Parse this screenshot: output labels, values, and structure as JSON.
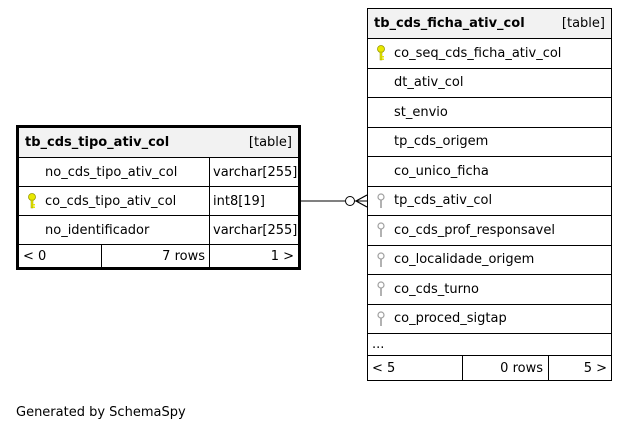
{
  "tables": {
    "left": {
      "name": "tb_cds_tipo_ativ_col",
      "tag": "[table]",
      "columns": [
        {
          "name": "no_cds_tipo_ativ_col",
          "type": "varchar[255]",
          "key": "none"
        },
        {
          "name": "co_cds_tipo_ativ_col",
          "type": "int8[19]",
          "key": "primary"
        },
        {
          "name": "no_identificador",
          "type": "varchar[255]",
          "key": "none"
        }
      ],
      "footer": {
        "left": "< 0",
        "rows": "7 rows",
        "right": "1 >"
      }
    },
    "right": {
      "name": "tb_cds_ficha_ativ_col",
      "tag": "[table]",
      "columns": [
        {
          "name": "co_seq_cds_ficha_ativ_col",
          "key": "primary"
        },
        {
          "name": "dt_ativ_col",
          "key": "none"
        },
        {
          "name": "st_envio",
          "key": "none"
        },
        {
          "name": "tp_cds_origem",
          "key": "none"
        },
        {
          "name": "co_unico_ficha",
          "key": "none"
        },
        {
          "name": "tp_cds_ativ_col",
          "key": "foreign"
        },
        {
          "name": "co_cds_prof_responsavel",
          "key": "foreign"
        },
        {
          "name": "co_localidade_origem",
          "key": "foreign"
        },
        {
          "name": "co_cds_turno",
          "key": "foreign"
        },
        {
          "name": "co_proced_sigtap",
          "key": "foreign"
        }
      ],
      "ellipsis": "...",
      "footer": {
        "left": "< 5",
        "rows": "0 rows",
        "right": "5 >"
      }
    }
  },
  "generated_by": "Generated by SchemaSpy",
  "colors": {
    "primary_key": "#e8e800",
    "foreign_key": "#a0a0a0",
    "header_bg": "#f2f2f2"
  }
}
